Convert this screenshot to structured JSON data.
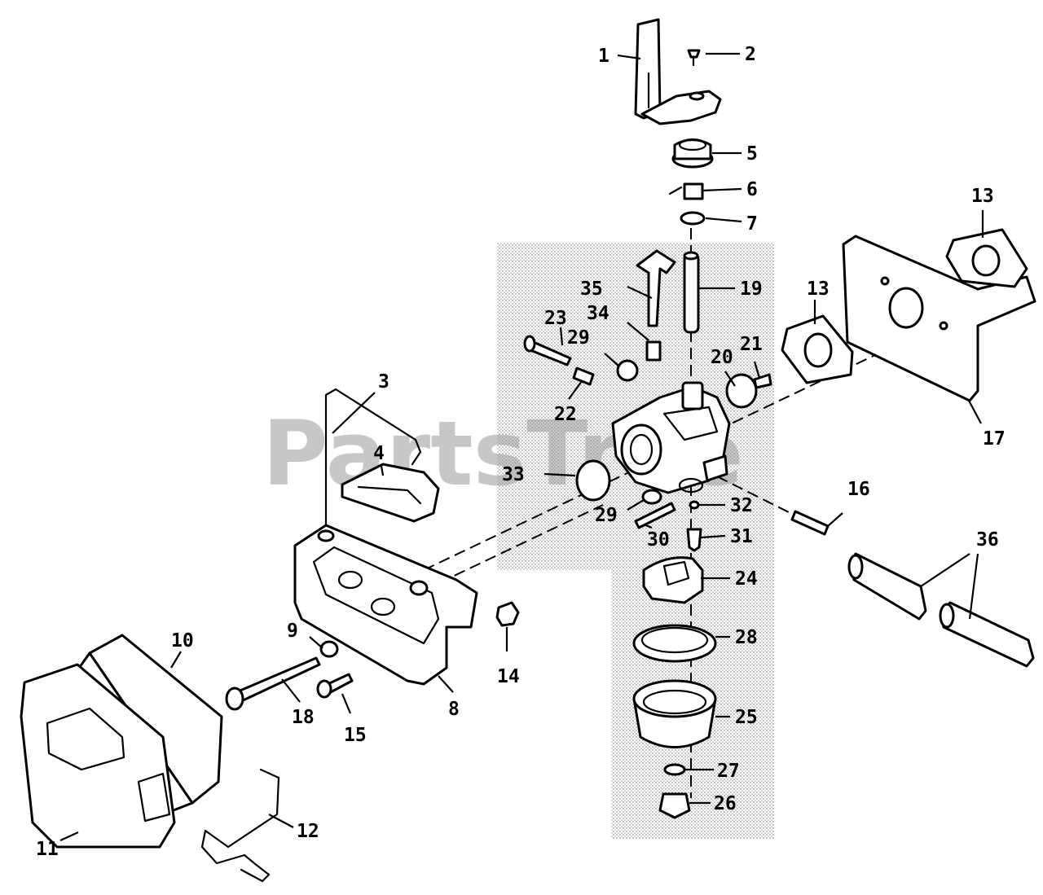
{
  "watermark": "PartsTree",
  "colors": {
    "line": "#000000",
    "shade": "#dcdcdc",
    "watermark": "#9a9a9a",
    "background": "#ffffff"
  },
  "callouts": {
    "n1": "1",
    "n2": "2",
    "n3": "3",
    "n4": "4",
    "n5": "5",
    "n6": "6",
    "n7": "7",
    "n8": "8",
    "n9": "9",
    "n10": "10",
    "n11": "11",
    "n12": "12",
    "n13a": "13",
    "n13b": "13",
    "n14": "14",
    "n15": "15",
    "n16": "16",
    "n17": "17",
    "n18": "18",
    "n19": "19",
    "n20": "20",
    "n21": "21",
    "n22": "22",
    "n23": "23",
    "n24": "24",
    "n25": "25",
    "n26": "26",
    "n27": "27",
    "n28": "28",
    "n29a": "29",
    "n29b": "29",
    "n30": "30",
    "n31": "31",
    "n32": "32",
    "n33": "33",
    "n34": "34",
    "n35": "35",
    "n36": "36"
  }
}
